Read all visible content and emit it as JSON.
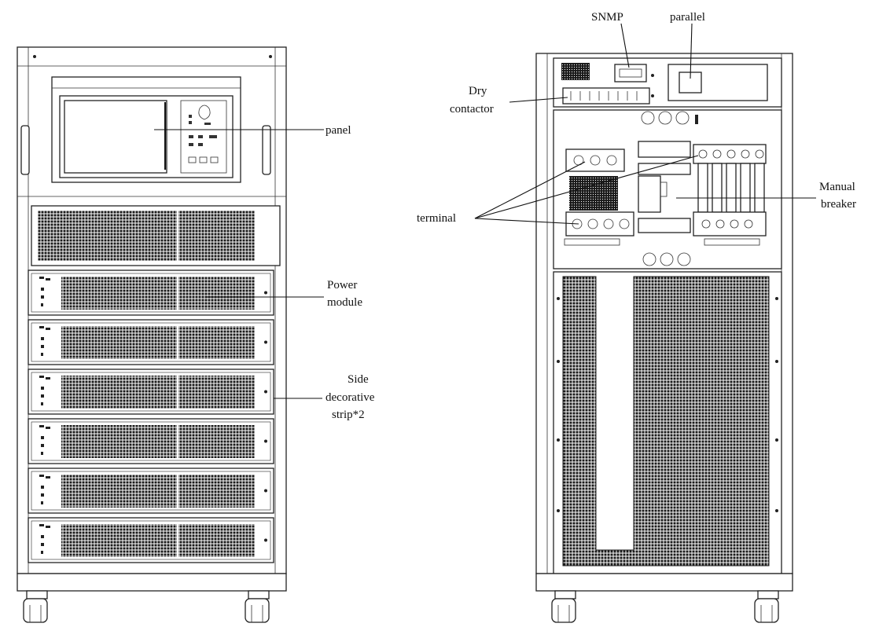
{
  "labels": {
    "front": {
      "panel": "panel",
      "power_module": [
        "Power",
        "module"
      ],
      "side_strip": [
        "Side",
        "decorative",
        "strip*2"
      ]
    },
    "rear": {
      "snmp": "SNMP",
      "parallel": "parallel",
      "dry_contactor": [
        "Dry",
        "contactor"
      ],
      "terminal": "terminal",
      "manual_breaker": [
        "Manual",
        "breaker"
      ]
    }
  },
  "front_cabinet": {
    "power_module_count": 6
  },
  "colors": {
    "line": "#111111",
    "fill": "#ffffff",
    "grille": "#1a1a1a"
  }
}
